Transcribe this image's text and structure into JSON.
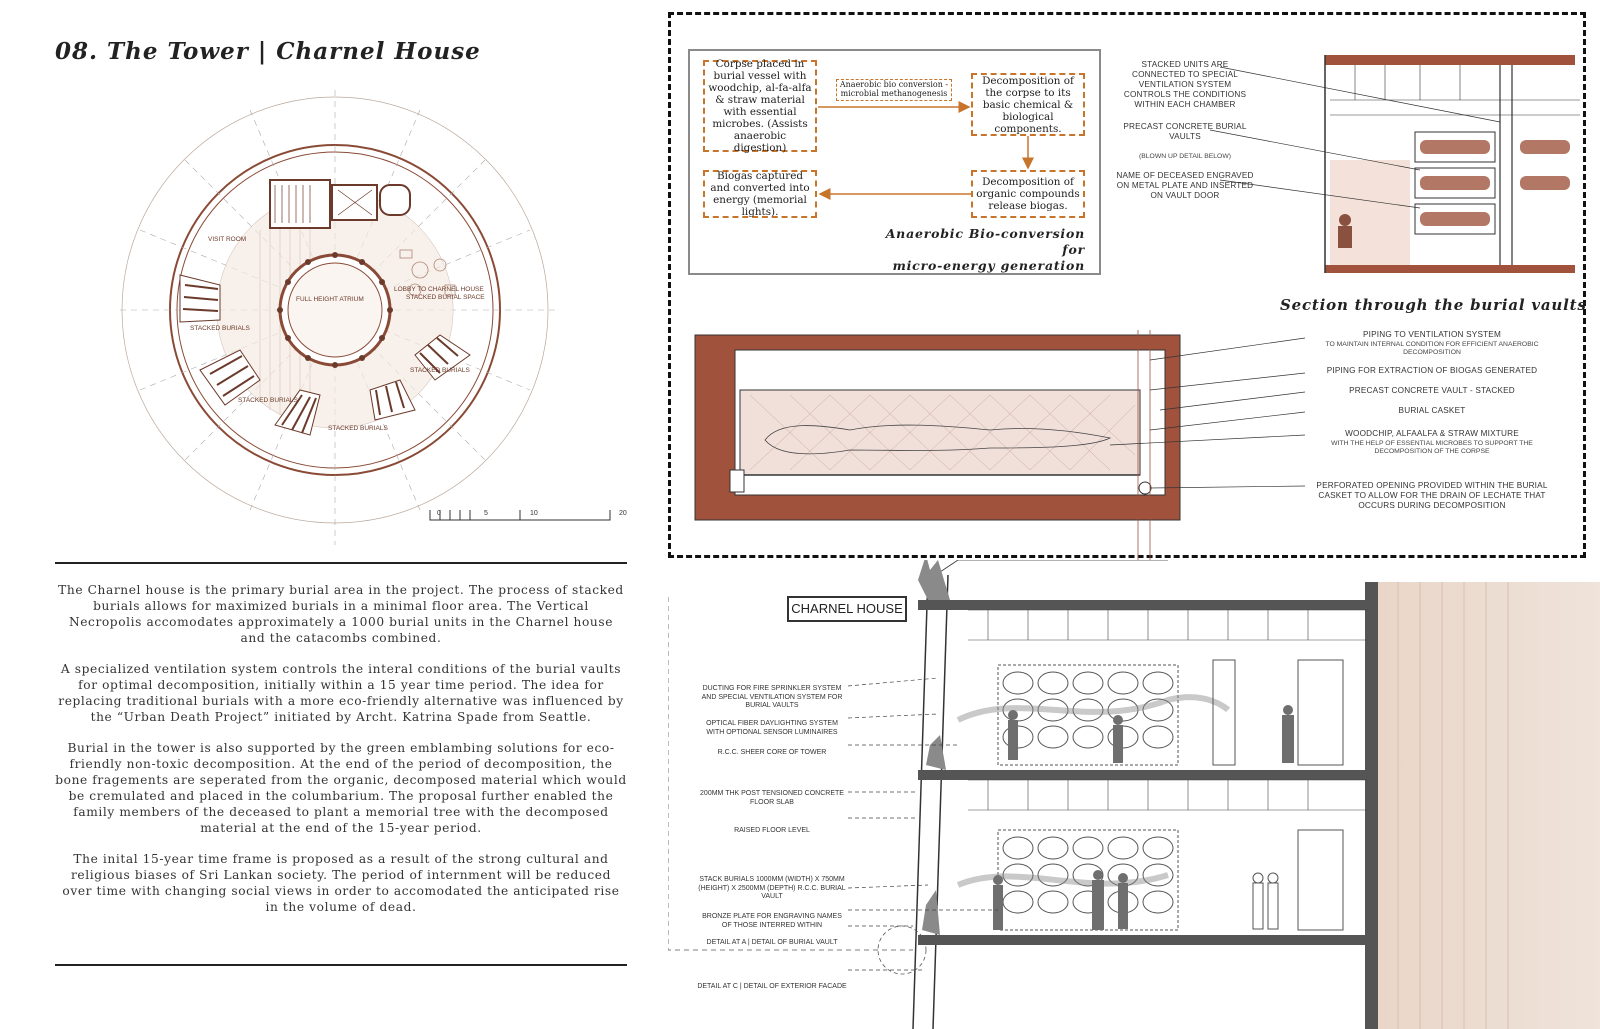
{
  "title": "08. The Tower | Charnel House",
  "plan": {
    "labels": {
      "visit_room": "VISIT ROOM",
      "atrium": "FULL HEIGHT ATRIUM",
      "lobby": "LOBBY TO CHARNEL HOUSE",
      "stacked_space": "STACKED BURIAL SPACE",
      "stacked_1": "STACKED BURIALS",
      "stacked_2": "STACKED BURIALS",
      "stacked_3": "STACKED BURIALS",
      "stacked_4": "STACKED BURIALS"
    },
    "scale": [
      "0",
      "5",
      "10",
      "20"
    ]
  },
  "description": [
    "The Charnel house is the primary burial area in the project. The process of stacked burials allows for maximized burials in a minimal floor area. The Vertical Necropolis accomodates approximately a 1000 burial units in the Charnel house and the catacombs combined.",
    "A specialized ventilation system controls the interal conditions of the burial vaults for optimal decomposition, initially within a 15 year time period. The idea for replacing traditional burials with a more eco-friendly alternative was influenced by the “Urban Death Project” initiated by Archt. Katrina Spade from Seattle.",
    "Burial in the tower is also supported by the green emblambing solutions for eco-friendly non-toxic decomposition. At the end of the period of decomposition, the bone fragements are seperated from the organic, decomposed material which would be cremulated and placed in the columbarium. The proposal further enabled the family members of the deceased to plant a memorial tree with the decomposed material at the end of the 15-year period.",
    "The inital 15-year time frame is proposed as a result of the strong cultural and religious biases of Sri Lankan society. The period of internment will be reduced over time with changing social views in order to accomodated the anticipated rise in the volume of dead."
  ],
  "flow": {
    "node1": "Corpse placed in burial vessel with woodchip, al-fa-alfa & straw material with essential microbes. (Assists anaerobic digestion)",
    "node_mid": "Anaerobic bio conversion - microbial methanogenesis",
    "node2": "Decomposition of the corpse to its basic chemical & biological components.",
    "node3": "Decomposition of organic compounds release biogas.",
    "node4": "Biogas captured and converted into energy (memorial lights).",
    "caption_line1": "Anaerobic Bio-conversion for",
    "caption_line2": "micro-energy generation"
  },
  "section": {
    "caption": "Section through the burial vaults",
    "label1": "STACKED UNITS ARE CONNECTED TO SPECIAL VENTILATION SYSTEM CONTROLS THE CONDITIONS WITHIN EACH CHAMBER",
    "label2": "PRECAST CONCRETE BURIAL VAULTS",
    "label2_note": "(BLOWN UP DETAIL BELOW)",
    "label3": "NAME OF DECEASED ENGRAVED ON METAL PLATE AND INSERTED ON VAULT DOOR"
  },
  "vault_detail": {
    "l1": "PIPING TO VENTILATION SYSTEM",
    "l1_sub": "TO MAINTAIN INTERNAL CONDITION FOR EFFICIENT ANAEROBIC DECOMPOSITION",
    "l2": "PIPING FOR EXTRACTION OF BIOGAS GENERATED",
    "l3": "PRECAST CONCRETE VAULT - STACKED",
    "l4": "BURIAL CASKET",
    "l5": "WOODCHIP, ALFAALFA & STRAW MIXTURE",
    "l5_sub": "WITH THE HELP OF ESSENTIAL MICROBES TO SUPPORT THE DECOMPOSITION OF THE CORPSE",
    "l6": "PERFORATED OPENING PROVIDED WITHIN THE BURIAL CASKET TO ALLOW FOR THE DRAIN OF LECHATE THAT OCCURS DURING DECOMPOSITION"
  },
  "elevation": {
    "tag": "CHARNEL HOUSE",
    "labels": [
      "DUCTING FOR FIRE SPRINKLER SYSTEM AND SPECIAL VENTILATION SYSTEM FOR BURIAL VAULTS",
      "OPTICAL FIBER DAYLIGHTING SYSTEM WITH OPTIONAL SENSOR LUMINAIRES",
      "R.C.C. SHEER CORE OF TOWER",
      "200MM THK POST TENSIONED CONCRETE FLOOR SLAB",
      "RAISED FLOOR LEVEL",
      "STACK BURIALS 1000MM (WIDTH) X 750MM (HEIGHT) X 2500MM (DEPTH) R.C.C. BURIAL VAULT",
      "BRONZE PLATE FOR ENGRAVING NAMES OF THOSE INTERRED WITHIN",
      "DETAIL AT A | DETAIL OF BURIAL VAULT",
      "DETAIL AT C | DETAIL OF EXTERIOR FACADE"
    ]
  },
  "colors": {
    "accent": "#c8752c",
    "plan_brown": "#8a4a36",
    "wall_brown": "#a0523c"
  }
}
